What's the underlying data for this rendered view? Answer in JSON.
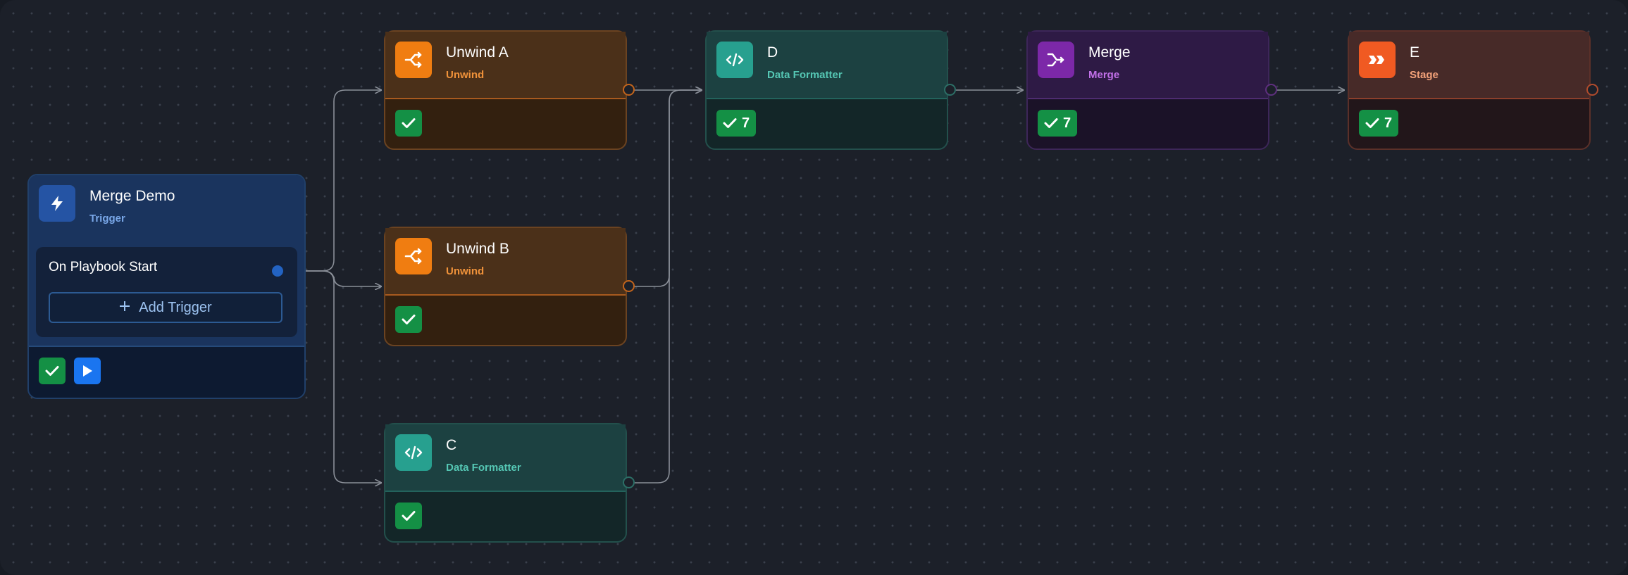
{
  "trigger_node": {
    "title": "Merge Demo",
    "subtitle": "Trigger",
    "trigger_label": "On Playbook Start",
    "add_trigger_label": "Add Trigger",
    "icon": "lightning-icon"
  },
  "nodes": [
    {
      "id": "unwind-a",
      "title": "Unwind A",
      "subtitle": "Unwind",
      "icon": "split-icon",
      "badge_count": ""
    },
    {
      "id": "unwind-b",
      "title": "Unwind B",
      "subtitle": "Unwind",
      "icon": "split-icon",
      "badge_count": ""
    },
    {
      "id": "c",
      "title": "C",
      "subtitle": "Data Formatter",
      "icon": "code-icon",
      "badge_count": ""
    },
    {
      "id": "d",
      "title": "D",
      "subtitle": "Data Formatter",
      "icon": "code-icon",
      "badge_count": "7"
    },
    {
      "id": "merge",
      "title": "Merge",
      "subtitle": "Merge",
      "icon": "merge-icon",
      "badge_count": "7"
    },
    {
      "id": "e",
      "title": "E",
      "subtitle": "Stage",
      "icon": "fast-forward-icon",
      "badge_count": "7"
    }
  ],
  "colors": {
    "canvas": "#1c2029",
    "edge": "#8a8f98",
    "success": "#149045",
    "play": "#1a75f0",
    "unwind": "#f07d11",
    "formatter": "#27a08f",
    "merge": "#7c28a8",
    "stage": "#f05a22",
    "trigger": "#2554a4"
  }
}
